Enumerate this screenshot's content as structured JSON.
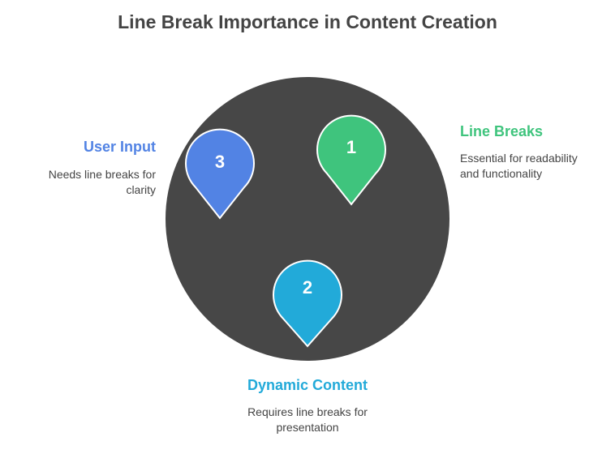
{
  "title": "Line Break Importance in Content Creation",
  "items": [
    {
      "number": "1",
      "title": "Line Breaks",
      "desc_line1": "Essential for readability",
      "desc_line2": "and functionality",
      "color": "#3fc47d"
    },
    {
      "number": "2",
      "title": "Dynamic Content",
      "desc_line1": "Requires line breaks for",
      "desc_line2": "presentation",
      "color": "#22aad9"
    },
    {
      "number": "3",
      "title": "User Input",
      "desc_line1": "Needs line breaks for",
      "desc_line2": "clarity",
      "color": "#5283e4"
    }
  ],
  "circle_color": "#474747"
}
